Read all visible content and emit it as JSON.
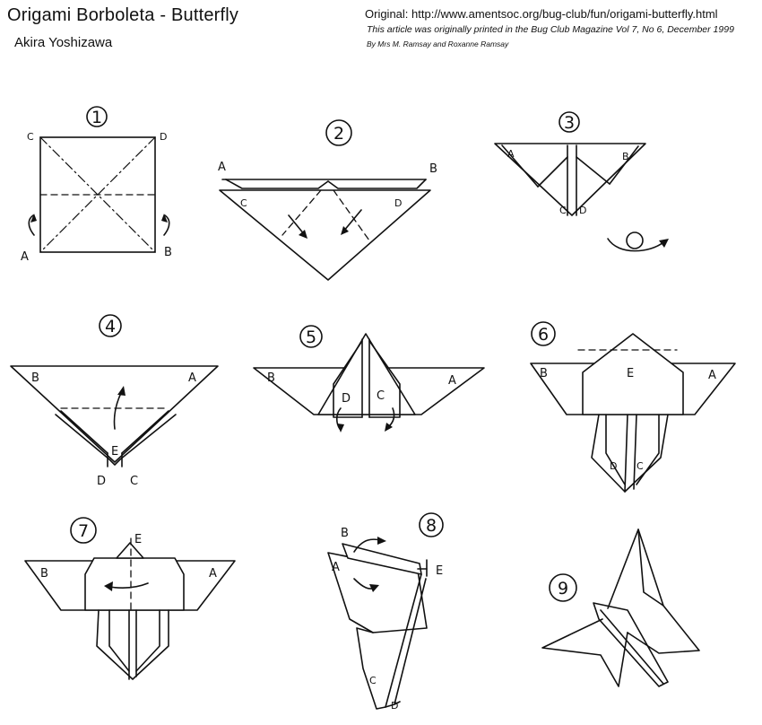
{
  "header": {
    "title": "Origami Borboleta - Butterfly",
    "author": "Akira Yoshizawa",
    "original": "Original: http://www.amentsoc.org/bug-club/fun/origami-butterfly.html",
    "printed": "This article was originally printed in the Bug Club Magazine Vol 7, No 6, December 1999",
    "byline": "By Mrs M. Ramsay and Roxanne Ramsay"
  },
  "steps": {
    "s1": {
      "num": "1",
      "labels": {
        "a": "A",
        "b": "B",
        "c": "C",
        "d": "D"
      }
    },
    "s2": {
      "num": "2",
      "labels": {
        "a": "A",
        "b": "B",
        "c": "C",
        "d": "D"
      }
    },
    "s3": {
      "num": "3",
      "labels": {
        "a": "A",
        "b": "B",
        "c": "C",
        "d": "D"
      }
    },
    "s4": {
      "num": "4",
      "labels": {
        "b": "B",
        "a": "A",
        "e": "E",
        "d": "D",
        "c": "C"
      }
    },
    "s5": {
      "num": "5",
      "labels": {
        "b": "B",
        "a": "A",
        "d": "D",
        "c": "C"
      }
    },
    "s6": {
      "num": "6",
      "labels": {
        "b": "B",
        "e": "E",
        "a": "A",
        "d": "D",
        "c": "C"
      }
    },
    "s7": {
      "num": "7",
      "labels": {
        "e": "E",
        "b": "B",
        "a": "A"
      }
    },
    "s8": {
      "num": "8",
      "labels": {
        "b": "B",
        "a": "A",
        "e": "E",
        "c": "C",
        "d": "D"
      }
    },
    "s9": {
      "num": "9"
    }
  }
}
